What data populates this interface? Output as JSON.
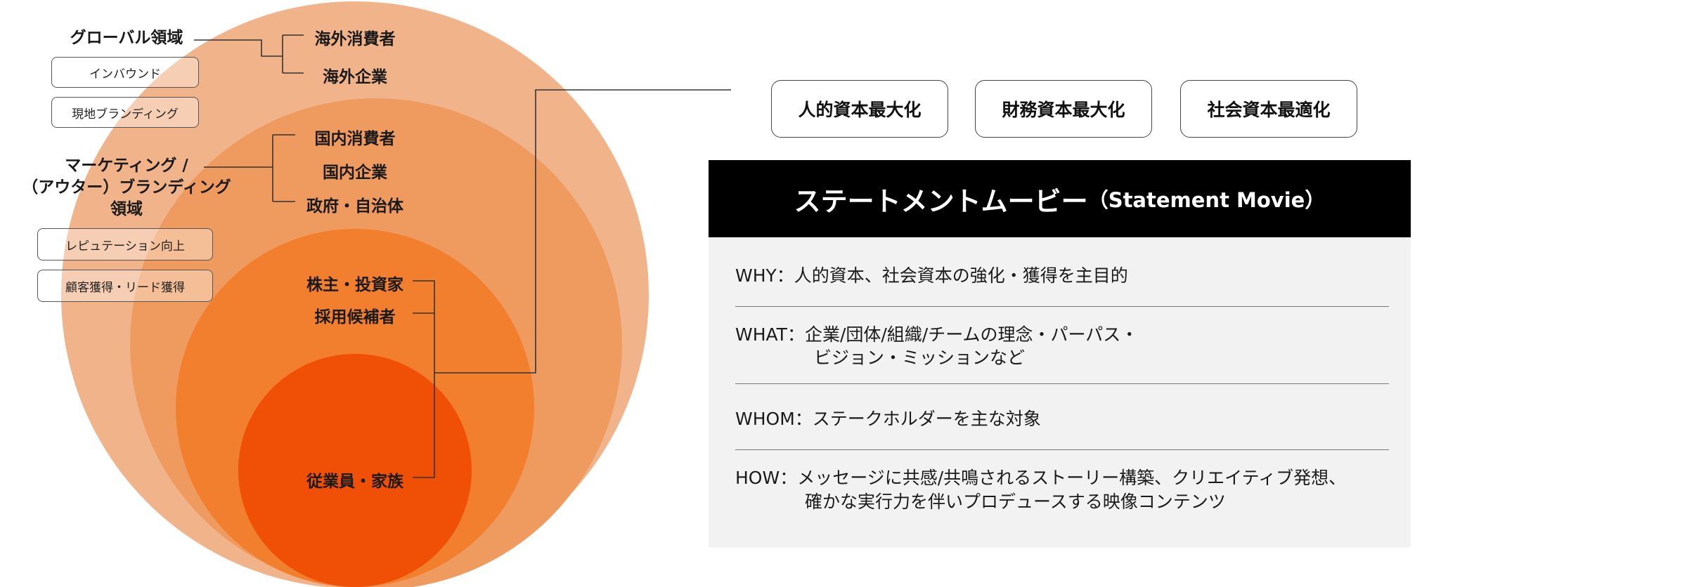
{
  "audience": {
    "overseas_consumers": "海外消費者",
    "overseas_companies": "海外企業",
    "domestic_consumers": "国内消費者",
    "domestic_companies": "国内企業",
    "government": "政府・自治体",
    "shareholders": "株主・投資家",
    "candidates": "採用候補者",
    "employees": "従業員・家族"
  },
  "categories": {
    "global": {
      "title": "グローバル領域",
      "tags": [
        "インバウンド",
        "現地ブランディング"
      ]
    },
    "marketing": {
      "title_lines": [
        "マーケティング /",
        "（アウター）ブランディング",
        "領域"
      ],
      "tags": [
        "レピュテーション向上",
        "顧客獲得・リード獲得"
      ]
    }
  },
  "goals": [
    "人的資本最大化",
    "財務資本最大化",
    "社会資本最適化"
  ],
  "statement": {
    "title": "ステートメントムービー",
    "subtitle": "（Statement Movie）",
    "rows": [
      {
        "label": "WHY：",
        "lines": [
          "人的資本、社会資本の強化・獲得を主目的"
        ]
      },
      {
        "label": "WHAT：",
        "lines": [
          "企業/団体/組織/チームの理念・パーパス・",
          "ビジョン・ミッションなど"
        ]
      },
      {
        "label": "WHOM：",
        "lines": [
          "ステークホルダーを主な対象"
        ]
      },
      {
        "label": "HOW：",
        "lines": [
          "メッセージに共感/共鳴されるストーリー構築、クリエイティブ発想、",
          "確かな実行力を伴いプロデュースする映像コンテンツ"
        ]
      }
    ]
  },
  "colors": {
    "ring_outer": "#f1b48a",
    "ring_2": "#ef9b60",
    "ring_3": "#f17f2e",
    "ring_inner": "#f05006",
    "panel_bg": "#f2f2f2",
    "header_bg": "#000000"
  }
}
